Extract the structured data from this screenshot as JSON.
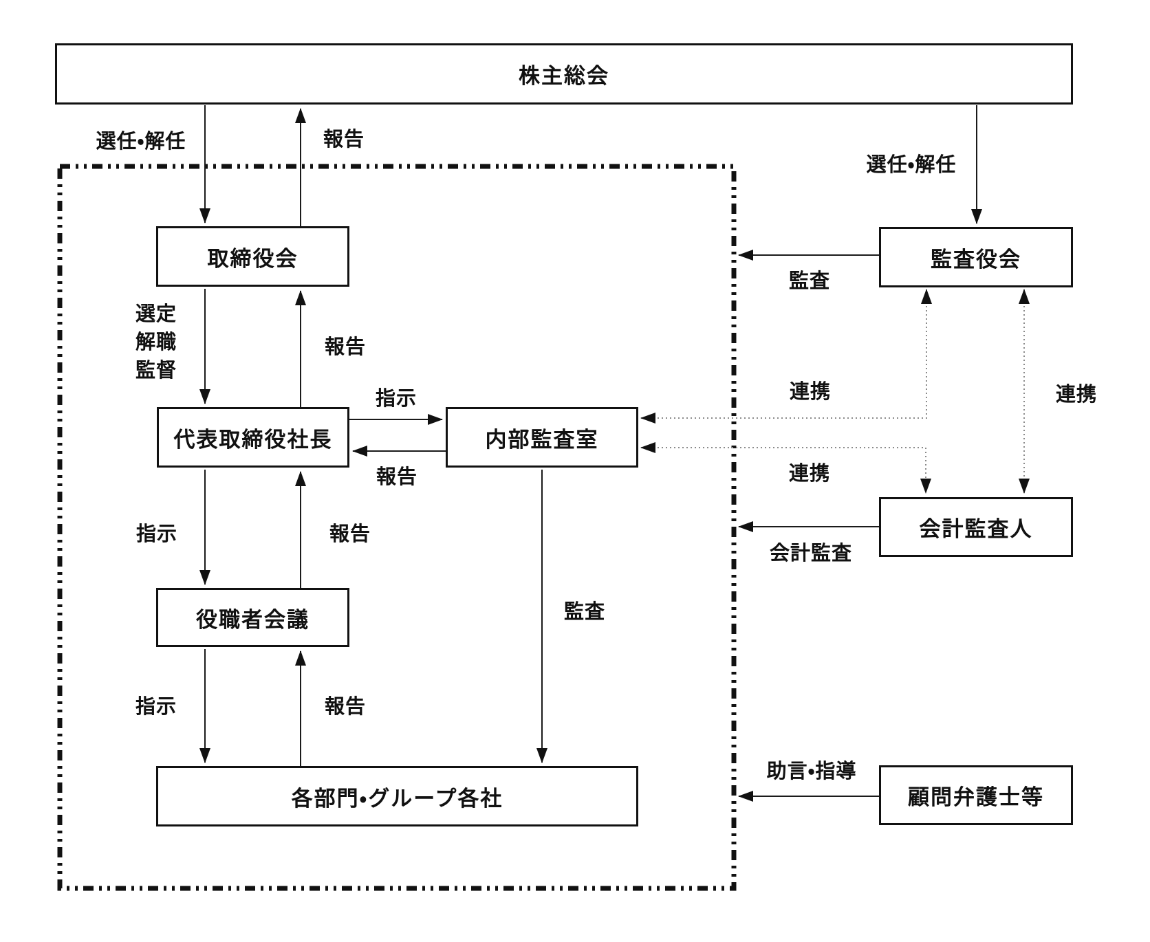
{
  "canvas": {
    "background": "#ffffff",
    "line_color": "#1a1a1a",
    "dotted_line_color": "#8a8a8a"
  },
  "nodes": {
    "shareholders": {
      "label": "株主総会"
    },
    "board": {
      "label": "取締役会"
    },
    "president": {
      "label": "代表取締役社長"
    },
    "internal_audit": {
      "label": "内部監査室"
    },
    "officers": {
      "label": "役職者会議"
    },
    "departments": {
      "label": "各部門・グループ各社"
    },
    "audit_board": {
      "label": "監査役会"
    },
    "accounting_auditor": {
      "label": "会計監査人"
    },
    "legal_advisor": {
      "label": "顧問弁護士等"
    }
  },
  "edge_labels": {
    "appointment_dismissal_board": "選任・解任",
    "report_shareholders": "報告",
    "selection": "選定",
    "dismissal": "解職",
    "supervision": "監督",
    "report_board": "報告",
    "instruction_internal_audit": "指示",
    "report_internal_audit": "報告",
    "instruction_officers": "指示",
    "report_officers": "報告",
    "instruction_departments": "指示",
    "report_departments": "報告",
    "audit_departments": "監査",
    "appointment_dismissal_audit_board": "選任・解任",
    "audit_audit_board": "監査",
    "cooperation_upper": "連携",
    "cooperation_lower": "連携",
    "cooperation_right": "連携",
    "accounting_audit": "会計監査",
    "advice_guidance": "助言・指導"
  }
}
